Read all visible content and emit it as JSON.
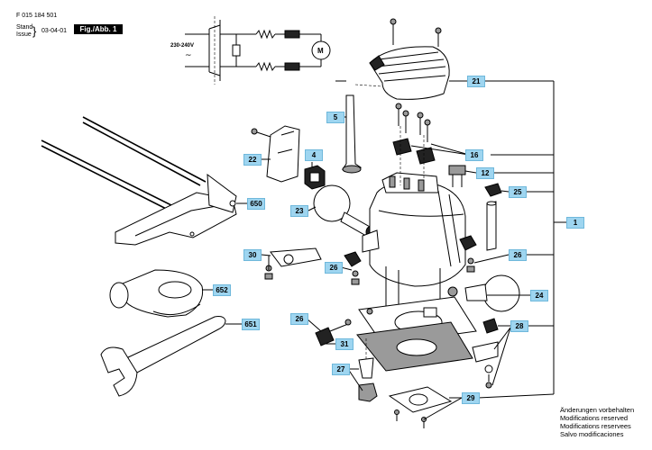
{
  "header": {
    "part_number": "F 015 184 501",
    "stand_label": "Stand",
    "issue_label": "Issue",
    "date": "03-04-01",
    "figure_label": "Fig./Abb. 1"
  },
  "schematic": {
    "voltage": "230-240V",
    "motor_label": "M"
  },
  "notes": [
    "Änderungen vorbehalten",
    "Modifications reserved",
    "Modifications reservees",
    "Salvo modificaciones"
  ],
  "callouts": {
    "c1": "1",
    "c4": "4",
    "c5": "5",
    "c12": "12",
    "c16": "16",
    "c21": "21",
    "c22": "22",
    "c23": "23",
    "c24": "24",
    "c25": "25",
    "c26a": "26",
    "c26b": "26",
    "c26c": "26",
    "c27": "27",
    "c28": "28",
    "c29": "29",
    "c30": "30",
    "c31": "31",
    "c650": "650",
    "c651": "651",
    "c652": "652"
  },
  "colors": {
    "callout_fill": "#9ed5f0",
    "line": "#000000",
    "figure_label_bg": "#000000"
  }
}
